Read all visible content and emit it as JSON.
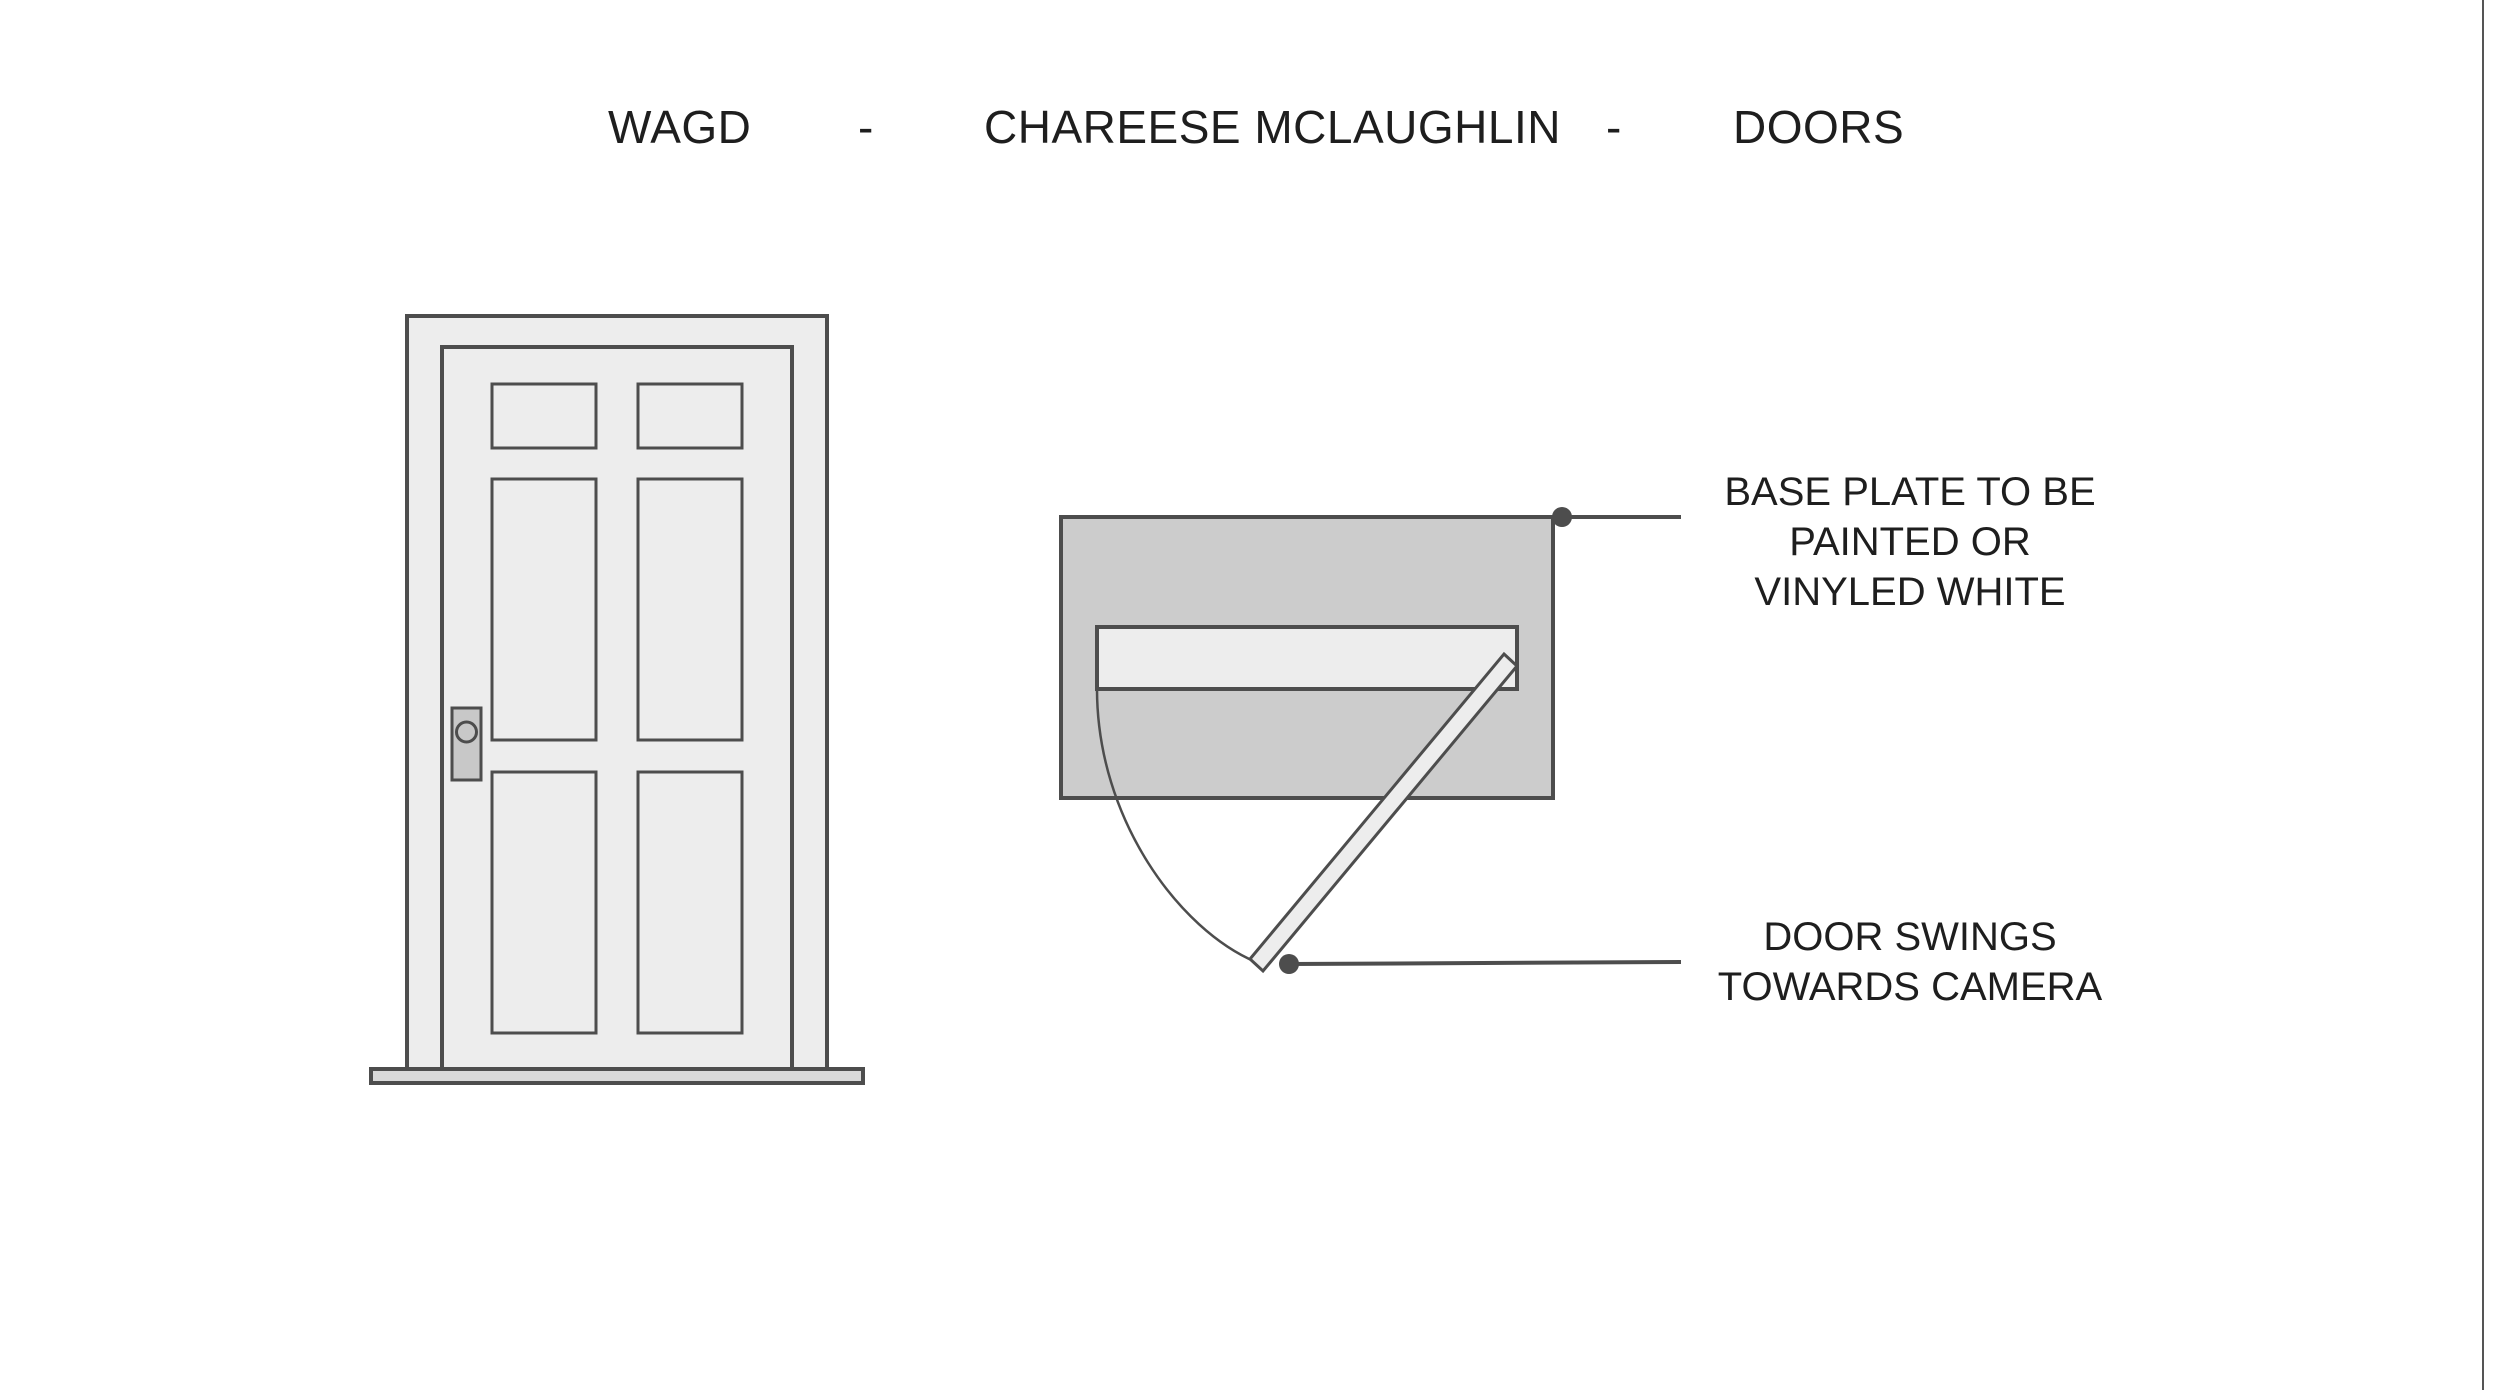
{
  "title": {
    "project": "WAGD",
    "separator_1": "-",
    "designer": "CHAREESE MCLAUGHLIN",
    "separator_2": "-",
    "subject": "DOORS"
  },
  "callouts": {
    "base_plate": [
      "BASE PLATE TO BE",
      "PAINTED OR",
      "VINYLED WHITE"
    ],
    "door_swing": [
      "DOOR SWINGS",
      "TOWARDS CAMERA"
    ]
  },
  "colors": {
    "stroke": "#4d4d4d",
    "door_fill": "#ededed",
    "base_plate_fill": "#cccccc",
    "handle_fill": "#c8c8c8",
    "background": "#ffffff"
  }
}
